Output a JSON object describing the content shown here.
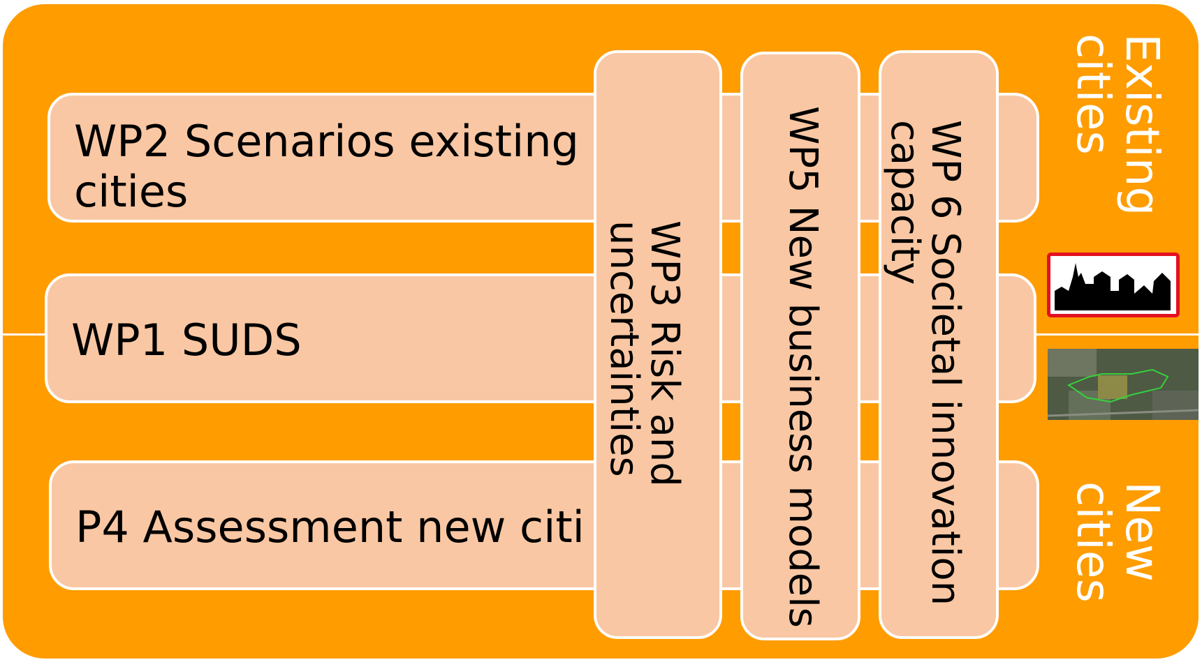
{
  "colors": {
    "background": "#ff9c00",
    "box_fill": "#f9c7a3",
    "box_border": "#ffffff",
    "text": "#000000",
    "side_text": "#ffffff",
    "sign_border": "#e4101f"
  },
  "horizontal_boxes": [
    {
      "label": "WP2 Scenarios existing cities"
    },
    {
      "label": "WP1 SUDS"
    },
    {
      "label": "P4 Assessment new citi"
    }
  ],
  "vertical_boxes": [
    {
      "label": "WP3  Risk and\nuncertainties"
    },
    {
      "label": "WP5 New business models"
    },
    {
      "label": "WP 6 Societal innovation\ncapacity"
    }
  ],
  "side_labels": {
    "top": "Existing\ncities",
    "bottom": "New\ncities"
  },
  "icons": {
    "town_sign": "town-skyline-sign-icon",
    "satellite": "satellite-map-icon"
  }
}
